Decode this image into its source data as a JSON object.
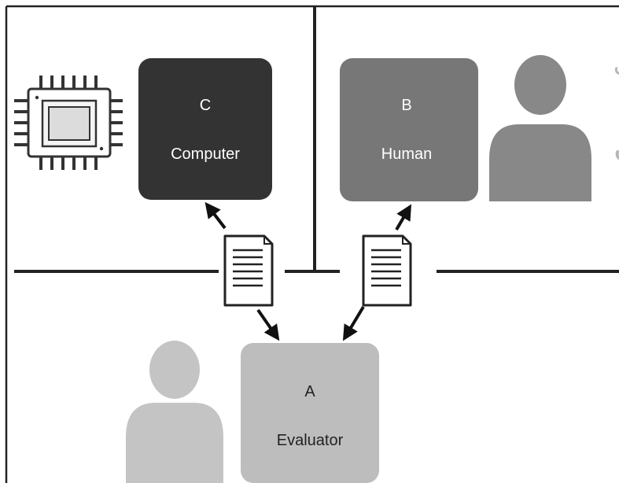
{
  "diagram": {
    "boxes": {
      "computer": {
        "letter": "C",
        "name": "Computer"
      },
      "human": {
        "letter": "B",
        "name": "Human"
      },
      "evaluator": {
        "letter": "A",
        "name": "Evaluator"
      }
    },
    "watermark": {
      "line1": "پژوهشگاه علوم انسانی و مطالعات فرهنگی",
      "line2": "پرتال جامع علوم انسانی"
    }
  }
}
